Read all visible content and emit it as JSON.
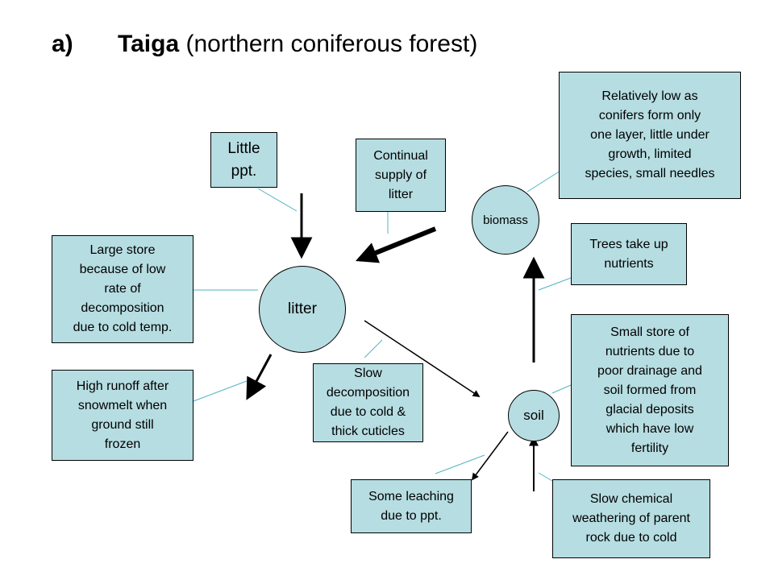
{
  "title": {
    "label": "a)",
    "bold": "Taiga",
    "rest": " (northern coniferous forest)"
  },
  "stores": {
    "litter": "litter",
    "biomass": "biomass",
    "soil": "soil"
  },
  "notes": {
    "little_ppt": [
      "Little",
      "ppt."
    ],
    "continual_supply": [
      "Continual",
      "supply of",
      "litter"
    ],
    "large_store": [
      "Large store",
      "because of low",
      "rate of",
      "decomposition",
      "due to cold temp."
    ],
    "high_runoff": [
      "High runoff after",
      "snowmelt when",
      "ground still",
      "frozen"
    ],
    "slow_decomposition": [
      "Slow",
      "decomposition",
      "due to cold &",
      "thick cuticles"
    ],
    "relatively_low": [
      "Relatively low as",
      "conifers form only",
      "one layer, little under",
      "growth, limited",
      "species, small needles"
    ],
    "trees_take_up": [
      "Trees take up",
      "nutrients"
    ],
    "small_store": [
      "Small store of",
      "nutrients due to",
      "poor drainage and",
      "soil formed from",
      "glacial deposits",
      "which have low",
      "fertility"
    ],
    "some_leaching": [
      "Some leaching",
      "due to ppt."
    ],
    "slow_chemical": [
      "Slow chemical",
      "weathering of parent",
      "rock due to cold"
    ]
  },
  "colors": {
    "fill": "#b6dde2",
    "connector": "#4fb5c2",
    "arrow": "#000000"
  }
}
